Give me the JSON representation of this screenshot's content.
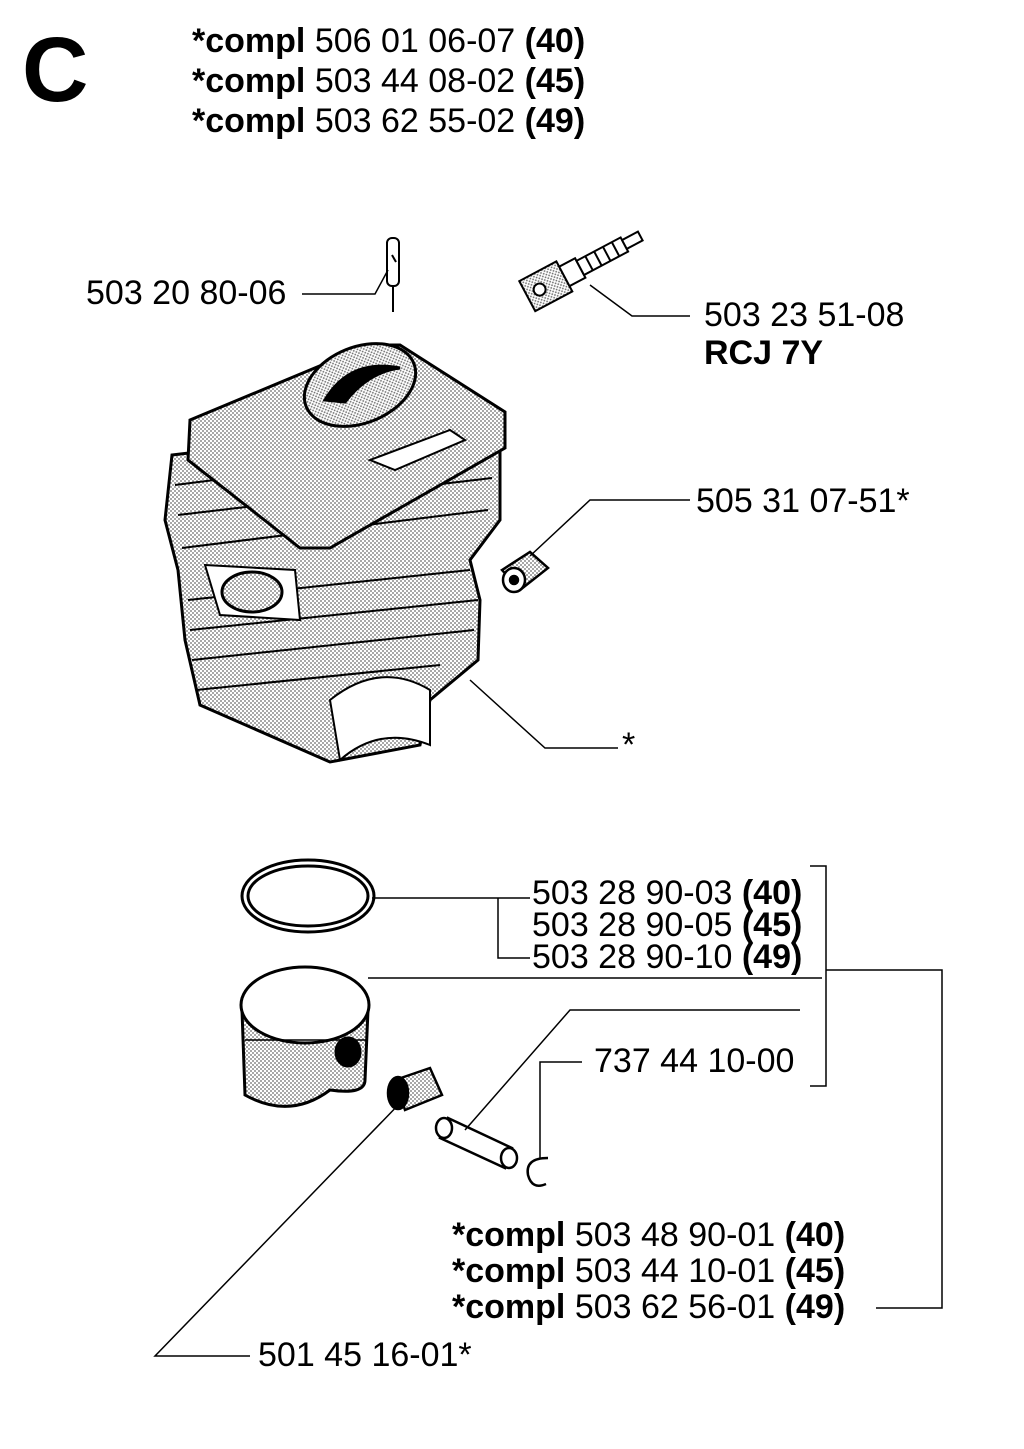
{
  "section_letter": "C",
  "header": {
    "rows": [
      {
        "prefix": "*compl",
        "part": "506 01 06-07",
        "variant": "(40)"
      },
      {
        "prefix": "*compl",
        "part": "503 44 08-02",
        "variant": "(45)"
      },
      {
        "prefix": "*compl",
        "part": "503 62 55-02",
        "variant": "(49)"
      }
    ]
  },
  "cylinder_group": {
    "pin_label": "503 20 80-06",
    "spark_plug_label": "503 23 51-08",
    "spark_plug_type": "RCJ 7Y",
    "sleeve_label": "505 31 07-51*",
    "gasket_label": "*"
  },
  "piston_group": {
    "ring_labels": [
      {
        "part": "503 28 90-03",
        "variant": "(40)"
      },
      {
        "part": "503 28 90-05",
        "variant": "(45)"
      },
      {
        "part": "503 28 90-10",
        "variant": "(49)"
      }
    ],
    "circlip_label": "737 44 10-00",
    "bearing_label": "501 45 16-01*",
    "kits": [
      {
        "prefix": "*compl",
        "part": "503 48 90-01",
        "variant": "(40)"
      },
      {
        "prefix": "*compl",
        "part": "503 44 10-01",
        "variant": "(45)"
      },
      {
        "prefix": "*compl",
        "part": "503 62 56-01",
        "variant": "(49)"
      }
    ]
  },
  "colors": {
    "ink": "#000000",
    "shade": "#b4b4b4",
    "paper": "#ffffff"
  }
}
